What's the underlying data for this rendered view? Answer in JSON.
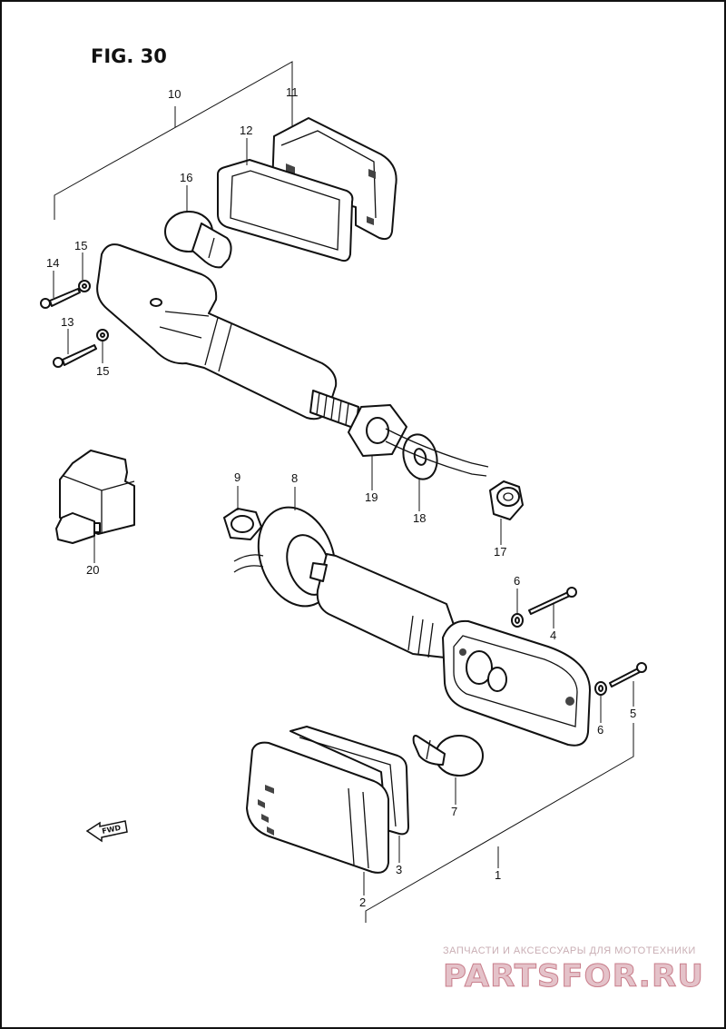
{
  "figure": {
    "title": "FIG. 30"
  },
  "direction_badge": {
    "label": "FWD"
  },
  "callouts": {
    "c1": "1",
    "c2": "2",
    "c3": "3",
    "c4": "4",
    "c5": "5",
    "c6a": "6",
    "c6b": "6",
    "c7": "7",
    "c8": "8",
    "c9": "9",
    "c10": "10",
    "c11": "11",
    "c12": "12",
    "c13": "13",
    "c14": "14",
    "c15a": "15",
    "c15b": "15",
    "c16": "16",
    "c17": "17",
    "c18": "18",
    "c19": "19",
    "c20": "20"
  },
  "watermark": {
    "tagline": "ЗАПЧАСТИ И АКСЕССУАРЫ ДЛЯ МОТОТЕХНИКИ",
    "logo": "PARTSFOR.RU"
  }
}
